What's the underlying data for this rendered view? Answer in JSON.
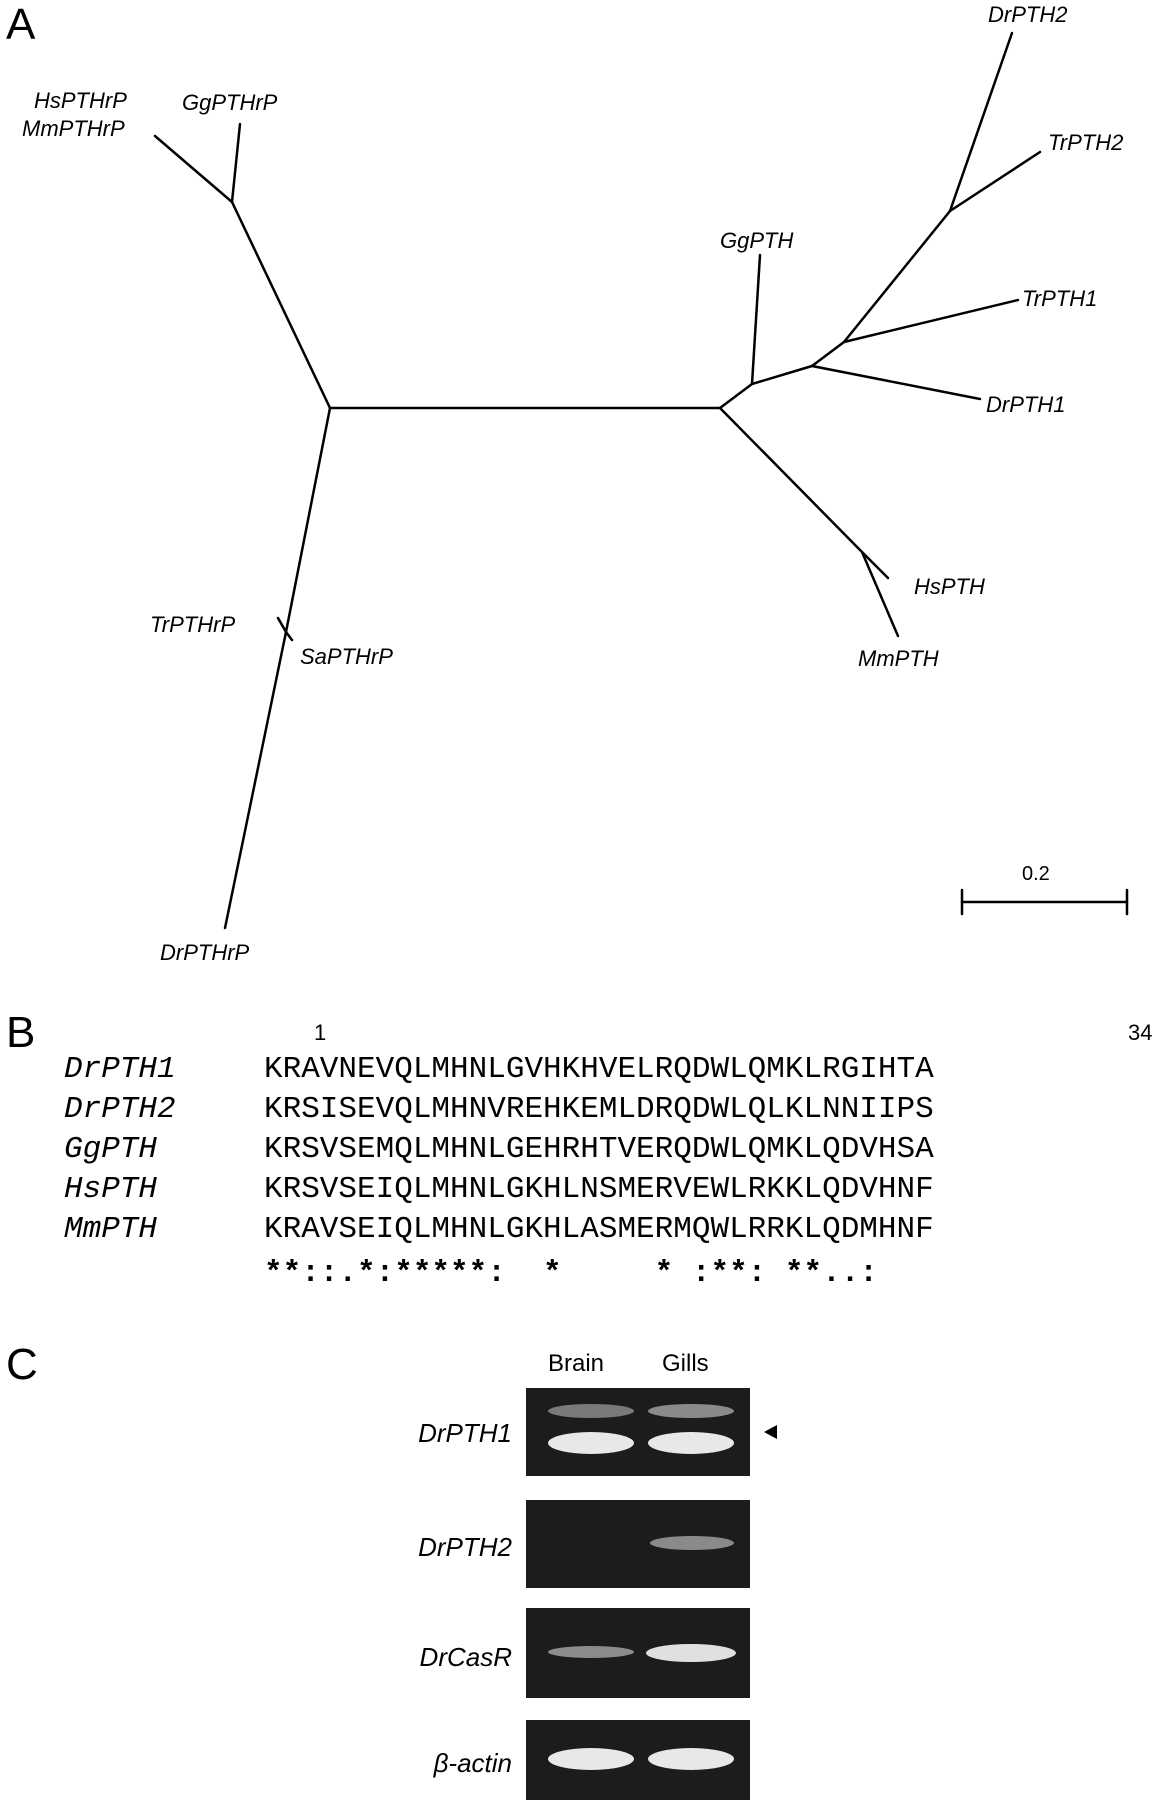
{
  "panels": {
    "a": "A",
    "b": "B",
    "c": "C"
  },
  "tree": {
    "taxa": {
      "hs_pthrp": "HsPTHrP",
      "mm_pthrp": "MmPTHrP",
      "gg_pthrp": "GgPTHrP",
      "tr_pthrp": "TrPTHrP",
      "sa_pthrp": "SaPTHrP",
      "dr_pthrp": "DrPTHrP",
      "dr_pth2": "DrPTH2",
      "tr_pth2": "TrPTH2",
      "gg_pth": "GgPTH",
      "tr_pth1": "TrPTH1",
      "dr_pth1": "DrPTH1",
      "hs_pth": "HsPTH",
      "mm_pth": "MmPTH"
    },
    "scale_bar": "0.2"
  },
  "alignment": {
    "start_pos": "1",
    "end_pos": "34",
    "rows": [
      {
        "name": "DrPTH1",
        "seq": "KRAVNEVQLMHNLGVHKHVELRQDWLQMKLRGIHTA"
      },
      {
        "name": "DrPTH2",
        "seq": "KRSISEVQLMHNVREHKEMLDRQDWLQLKLNNIIPS"
      },
      {
        "name": "GgPTH",
        "seq": "KRSVSEMQLMHNLGEHRHTVERQDWLQMKLQDVHSA"
      },
      {
        "name": "HsPTH",
        "seq": "KRSVSEIQLMHNLGKHLNSMERVEWLRKKLQDVHNF"
      },
      {
        "name": "MmPTH",
        "seq": "KRAVSEIQLMHNLGKHLASMERMQWLRRKLQDMHNF"
      }
    ],
    "conservation": "**::.*:*****:  *     * :**: **..:"
  },
  "gel": {
    "columns": [
      "Brain",
      "Gills"
    ],
    "rows": [
      {
        "label": "DrPTH1"
      },
      {
        "label": "DrPTH2"
      },
      {
        "label": "DrCasR"
      },
      {
        "label": "β-actin"
      }
    ]
  }
}
